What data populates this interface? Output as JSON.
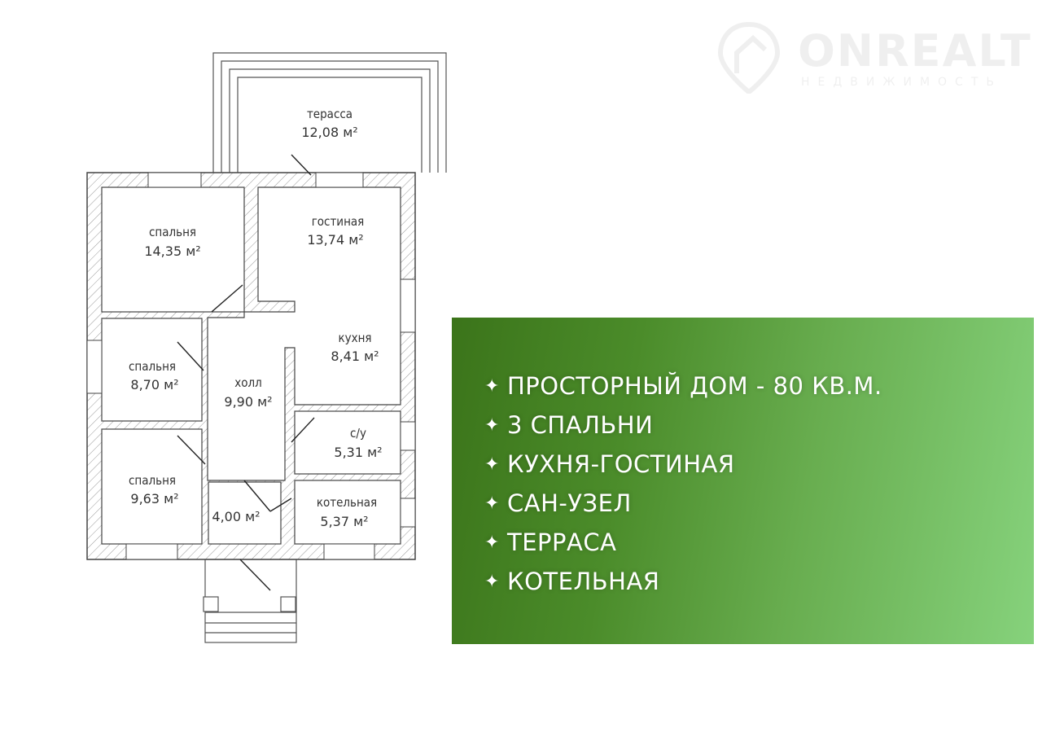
{
  "logo": {
    "name": "ONREALT",
    "subtitle": "НЕДВИЖИМОСТЬ"
  },
  "rooms": [
    {
      "label": "терасса",
      "area": "12,08 м²"
    },
    {
      "label": "спальня",
      "area": "14,35 м²"
    },
    {
      "label": "гостиная",
      "area": "13,74 м²"
    },
    {
      "label": "кухня",
      "area": "8,41 м²"
    },
    {
      "label": "спальня",
      "area": "8,70 м²"
    },
    {
      "label": "холл",
      "area": "9,90 м²"
    },
    {
      "label": "с/у",
      "area": "5,31 м²"
    },
    {
      "label": "спальня",
      "area": "9,63 м²"
    },
    {
      "label": "",
      "area": "4,00 м²"
    },
    {
      "label": "котельная",
      "area": "5,37 м²"
    }
  ],
  "features": {
    "bullet_icon": "four-point-star",
    "items": [
      "ПРОСТОРНЫЙ ДОМ - 80 КВ.М.",
      "3 СПАЛЬНИ",
      "КУХНЯ-ГОСТИНАЯ",
      "САН-УЗЕЛ",
      "ТЕРРАСА",
      "КОТЕЛЬНАЯ"
    ]
  },
  "colors": {
    "panel_start": "#3b741a",
    "panel_end": "#86d27c",
    "text": "#ffffff"
  }
}
